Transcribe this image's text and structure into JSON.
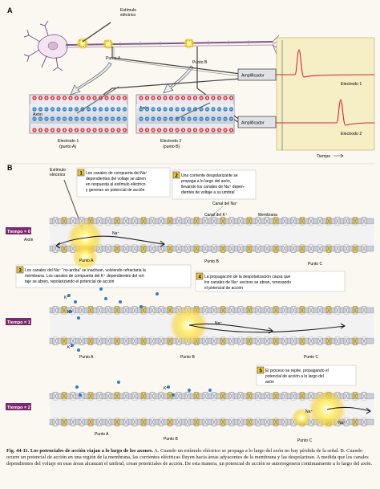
{
  "panelA": {
    "label": "A",
    "stimulus": [
      "Estímulo",
      "eléctrico"
    ],
    "point_a": "Punto A",
    "point_b": "Punto B",
    "amplifier_1": "Amplificador",
    "amplifier_2": "Amplificador",
    "electrode_1_trace": "Electrodo 1",
    "electrode_2_trace": "Electrodo 2",
    "axon_1": "Axón",
    "axon_2": "Axón",
    "electrode_1_caption": [
      "Electrodo 1",
      "(punto A)"
    ],
    "electrode_2_caption": [
      "Electrodo 2",
      "(punto B)"
    ],
    "time_axis": "Tiempo"
  },
  "panelB": {
    "label": "B",
    "stimulus": [
      "Estímulo",
      "eléctrico"
    ],
    "time_labels": [
      "Tiempo = 0",
      "Tiempo = 1",
      "Tiempo = 2"
    ],
    "callouts": [
      {
        "num": "1",
        "lines": [
          "Los canales de compuerta del Na⁺",
          "dependientes del voltaje se abren",
          "en respuesta al estímulo eléctrico",
          "y generan un potencial de acción"
        ]
      },
      {
        "num": "2",
        "lines": [
          "Una corriente despolarizante se",
          "propaga a lo largo del axón,",
          "llevando los canales de Na⁺ depen-",
          "dientes de voltaje a su umbral"
        ]
      },
      {
        "num": "3",
        "lines": [
          "Los canales del Na⁺ “no-arriba” se inactivan, volviendo refractaria la",
          "membrana. Los canales de compuerta del K⁺ dependientes del vol-",
          "taje se abren, repolarizando el potencial de acción"
        ]
      },
      {
        "num": "4",
        "lines": [
          "La propagación de la despolarización causa que",
          "los canales de Na⁺ vecinos se abran, renovando",
          "el potencial de acción"
        ]
      },
      {
        "num": "5",
        "lines": [
          "El proceso se repite, propagando el",
          "potencial de acción a lo largo del",
          "axón"
        ]
      }
    ],
    "channel_na": "Canal del Na⁺",
    "channel_k": "Canal del K⁺",
    "membrane": "Membrana",
    "axon": "Axón",
    "na": "Na⁺",
    "k": "K⁺",
    "point_a": "Punto A",
    "point_b": "Punto B",
    "point_c": "Punto C"
  },
  "caption": {
    "bold": "Fig. 44-11. Los potenciales de acción viajan a lo largo de los axones.",
    "text": " A. Cuando un estímulo eléctrico se propaga a lo largo del axón no hay pérdida de la señal. B. Cuando ocurre un potencial de acción en una región de la membrana, las corrientes eléctricas fluyen hacia áreas adyacentes de la membrana y las despolarizan. A medida que los canales dependientes del voltaje en esas áreas alcanzan el umbral, crean potenciales de acción. De esta manera, un potencial de acción se autorregenera continuamente a lo largo del axón."
  },
  "colors": {
    "page": "#fbf8f2",
    "axon_band": "#d6d9e0",
    "positive": "#d9232e",
    "negative": "#2f7fc4",
    "time_badge": "#7a2a6f",
    "callout_num": "#f2c230",
    "glow": "#fff07a",
    "graph_bg": "#f6efc6",
    "trace": "#d9232e"
  }
}
